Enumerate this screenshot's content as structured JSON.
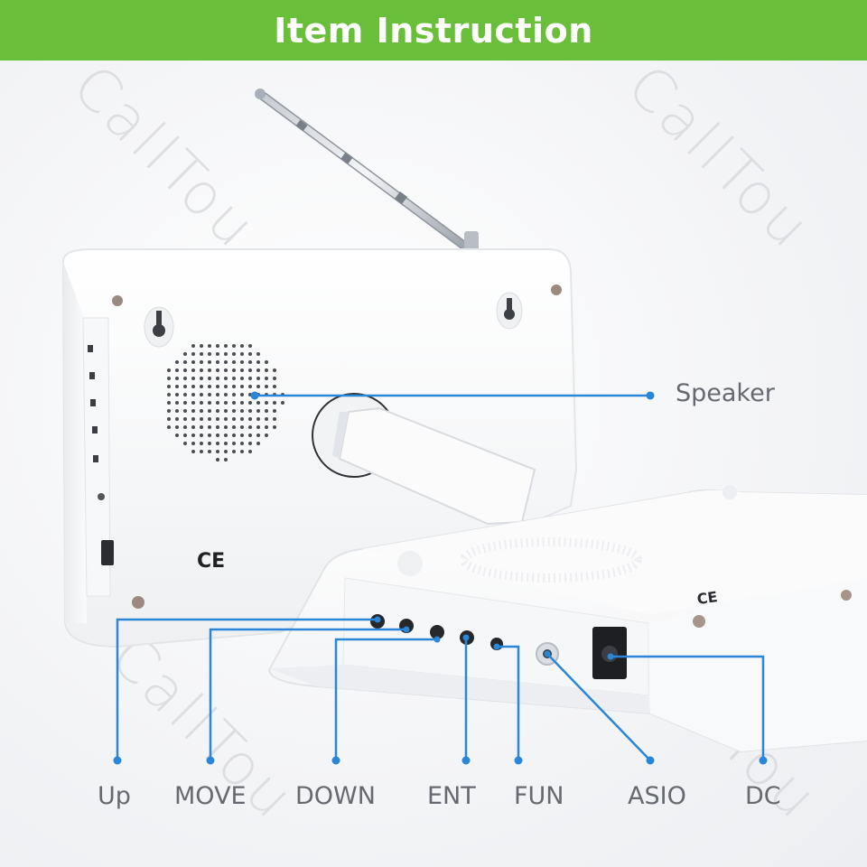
{
  "banner": {
    "title": "Item Instruction",
    "color": "#6abf3a"
  },
  "watermark": {
    "text": "CallTou"
  },
  "device": {
    "marking": "CE"
  },
  "callouts": {
    "speaker": "Speaker",
    "up": "Up",
    "move": "MOVE",
    "down": "DOWN",
    "ent": "ENT",
    "fun": "FUN",
    "asio": "ASIO",
    "dc": "DC"
  },
  "colors": {
    "callout_line": "#2a86d6",
    "label_text": "#666a70",
    "device_body": "#ffffff"
  }
}
